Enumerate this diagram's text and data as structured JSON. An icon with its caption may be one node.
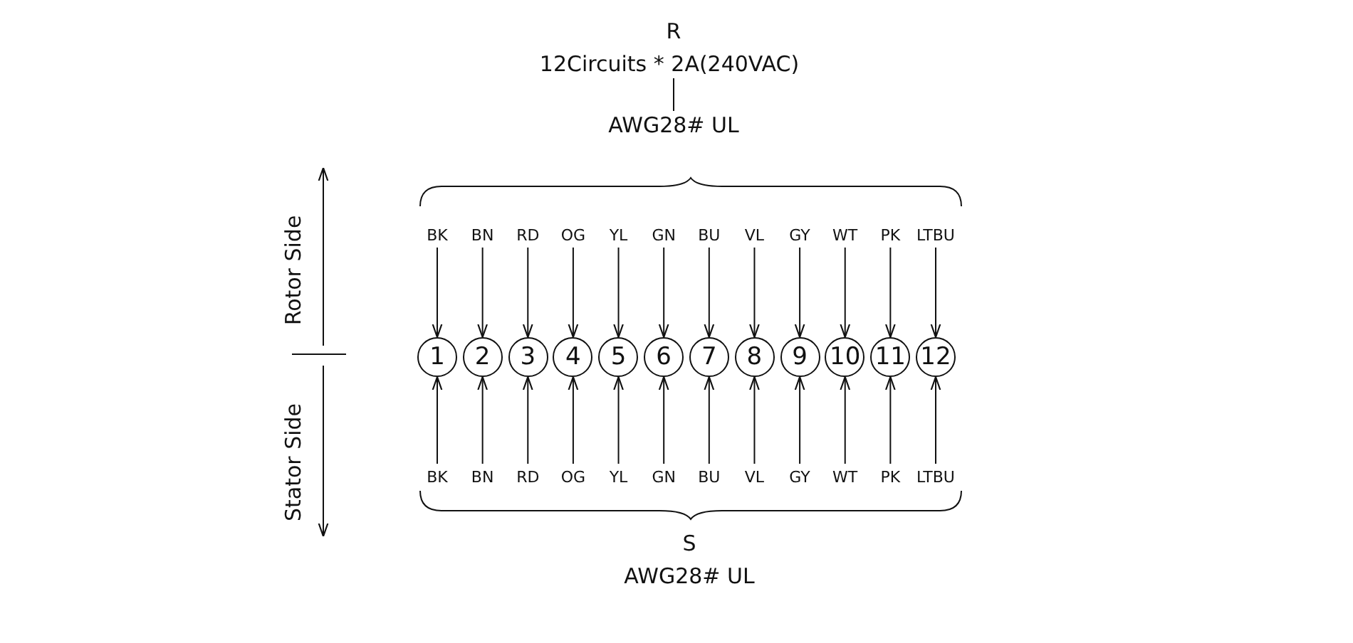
{
  "diagram": {
    "nodes": [
      {
        "text": [
          "BK"
        ]
      },
      {
        "text": [
          "BN"
        ]
      },
      {
        "text": [
          "RD"
        ]
      },
      {
        "text": [
          "OG"
        ]
      },
      {
        "text": [
          "YL"
        ]
      },
      {
        "text": [
          "GN"
        ]
      },
      {
        "text": [
          "BU"
        ]
      },
      {
        "text": [
          "VL"
        ]
      },
      {
        "text": [
          "GY"
        ]
      },
      {
        "text": [
          "WT"
        ]
      },
      {
        "text": [
          "PK"
        ]
      },
      {
        "text": [
          "LTBU"
        ]
      },
      {
        "text": [
          "1"
        ]
      },
      {
        "text": [
          "2"
        ]
      },
      {
        "text": [
          "3"
        ]
      },
      {
        "text": [
          "4"
        ]
      },
      {
        "text": [
          "5"
        ]
      },
      {
        "text": [
          "6"
        ]
      },
      {
        "text": [
          "7"
        ]
      },
      {
        "text": [
          "8"
        ]
      },
      {
        "text": [
          "9"
        ]
      },
      {
        "text": [
          "10"
        ]
      },
      {
        "text": [
          "11"
        ]
      },
      {
        "text": [
          "12"
        ]
      },
      {
        "text": [
          "BK"
        ]
      },
      {
        "text": [
          "BN"
        ]
      },
      {
        "text": [
          "RD"
        ]
      },
      {
        "text": [
          "OG"
        ]
      },
      {
        "text": [
          "YL"
        ]
      },
      {
        "text": [
          "GN"
        ]
      },
      {
        "text": [
          "BU"
        ]
      },
      {
        "text": [
          "VL"
        ]
      },
      {
        "text": [
          "GY"
        ]
      },
      {
        "text": [
          "WT"
        ]
      },
      {
        "text": [
          "PK"
        ]
      },
      {
        "text": [
          "LTBU"
        ]
      }
    ],
    "edges": [
      {
        "from": 0,
        "to": 12,
        "arrow": "to"
      },
      {
        "from": 1,
        "to": 13,
        "arrow": "to"
      },
      {
        "from": 2,
        "to": 14,
        "arrow": "to"
      },
      {
        "from": 3,
        "to": 15,
        "arrow": "to"
      },
      {
        "from": 4,
        "to": 16,
        "arrow": "to"
      },
      {
        "from": 5,
        "to": 17,
        "arrow": "to"
      },
      {
        "from": 6,
        "to": 18,
        "arrow": "to"
      },
      {
        "from": 7,
        "to": 19,
        "arrow": "to"
      },
      {
        "from": 8,
        "to": 20,
        "arrow": "to"
      },
      {
        "from": 9,
        "to": 21,
        "arrow": "to"
      },
      {
        "from": 10,
        "to": 22,
        "arrow": "to"
      },
      {
        "from": 11,
        "to": 23,
        "arrow": "to"
      },
      {
        "from": 24,
        "to": 12,
        "arrow": "to"
      },
      {
        "from": 25,
        "to": 13,
        "arrow": "to"
      },
      {
        "from": 26,
        "to": 14,
        "arrow": "to"
      },
      {
        "from": 27,
        "to": 15,
        "arrow": "to"
      },
      {
        "from": 28,
        "to": 16,
        "arrow": "to"
      },
      {
        "from": 29,
        "to": 17,
        "arrow": "to"
      },
      {
        "from": 30,
        "to": 18,
        "arrow": "to"
      },
      {
        "from": 31,
        "to": 19,
        "arrow": "to"
      },
      {
        "from": 32,
        "to": 20,
        "arrow": "to"
      },
      {
        "from": 33,
        "to": 21,
        "arrow": "to"
      },
      {
        "from": 34,
        "to": 22,
        "arrow": "to"
      },
      {
        "from": 35,
        "to": 23,
        "arrow": "to"
      }
    ],
    "labels": [
      "R",
      "12Circuits * 2A(240VAC)",
      "AWG28# UL",
      "S",
      "AWG28# UL",
      "Rotor Side",
      "Stator Side"
    ]
  }
}
